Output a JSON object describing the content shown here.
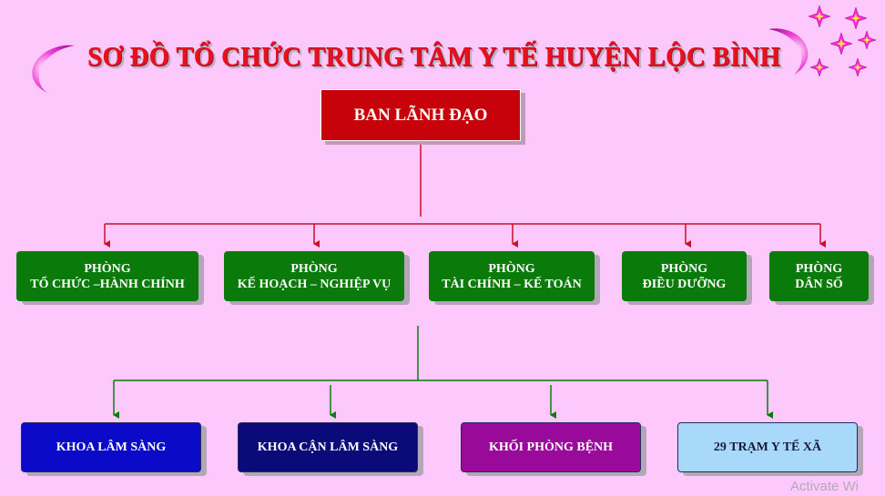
{
  "title": "SƠ ĐỒ TỔ CHỨC TRUNG TÂM Y TẾ HUYỆN LỘC BÌNH",
  "leadership": {
    "label": "BAN LÃNH ĐẠO"
  },
  "departments": [
    {
      "line1": "PHÒNG",
      "line2": "TỔ CHỨC –HÀNH CHÍNH"
    },
    {
      "line1": "PHÒNG",
      "line2": "KẾ HOẠCH – NGHIỆP VỤ"
    },
    {
      "line1": "PHÒNG",
      "line2": "TÀI CHÍNH – KẾ TOÁN"
    },
    {
      "line1": "PHÒNG",
      "line2": "ĐIỀU DƯỠNG"
    },
    {
      "line1": "PHÒNG",
      "line2": "DÂN SỐ"
    }
  ],
  "units": [
    {
      "label": "KHOA LÂM SÀNG"
    },
    {
      "label": "KHOA CẬN LÂM SÀNG"
    },
    {
      "label": "KHỐI PHÒNG BỆNH"
    },
    {
      "label": "29 TRẠM Y TẾ XÃ"
    }
  ],
  "watermark": "Activate Wi",
  "colors": {
    "background": "#fdc9fd",
    "title": "#e8101a",
    "leadership": "#c8020a",
    "department": "#0a7a0a",
    "unit_1": "#0a0ac8",
    "unit_2": "#0a0a78",
    "unit_3": "#9a0a9a",
    "unit_4": "#a8d8fa",
    "red_connector": "#c8102a",
    "green_connector": "#0a7a0a"
  }
}
